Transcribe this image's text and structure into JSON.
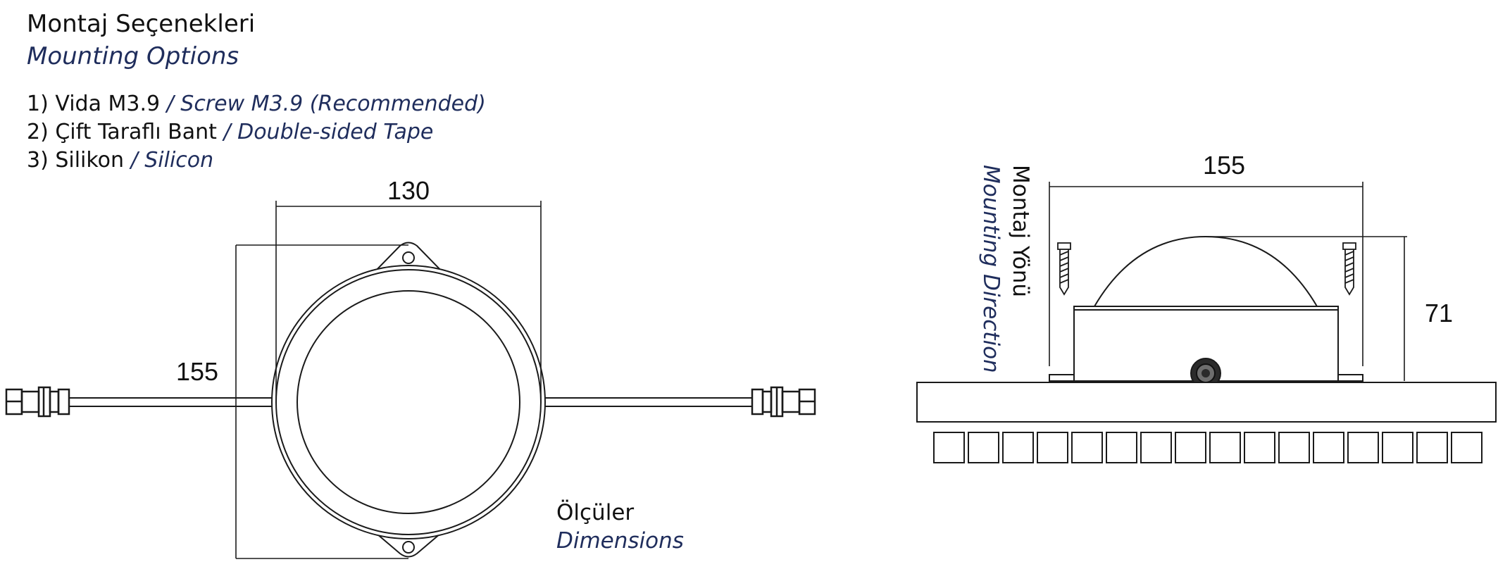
{
  "heading": {
    "tr": "Montaj Seçenekleri",
    "en": "Mounting Options"
  },
  "options": [
    {
      "tr": "1) Vida M3.9",
      "en": " / Screw M3.9 (Recommended)"
    },
    {
      "tr": "2) Çift Taraflı Bant",
      "en": " / Double-sided Tape"
    },
    {
      "tr": "3) Silikon",
      "en": " / Silicon"
    }
  ],
  "front_view": {
    "width_value": "130",
    "height_value": "155"
  },
  "side_view": {
    "width_value": "155",
    "height_value": "71",
    "direction_label": {
      "tr": "Montaj Yönü",
      "en": "Mounting Direction"
    },
    "mount_block_count": 16
  },
  "dimensions_label": {
    "tr": "Ölçüler",
    "en": "Dimensions"
  },
  "colors": {
    "text": "#111111",
    "accent": "#1f2d5c",
    "line": "#1a1a1a"
  }
}
